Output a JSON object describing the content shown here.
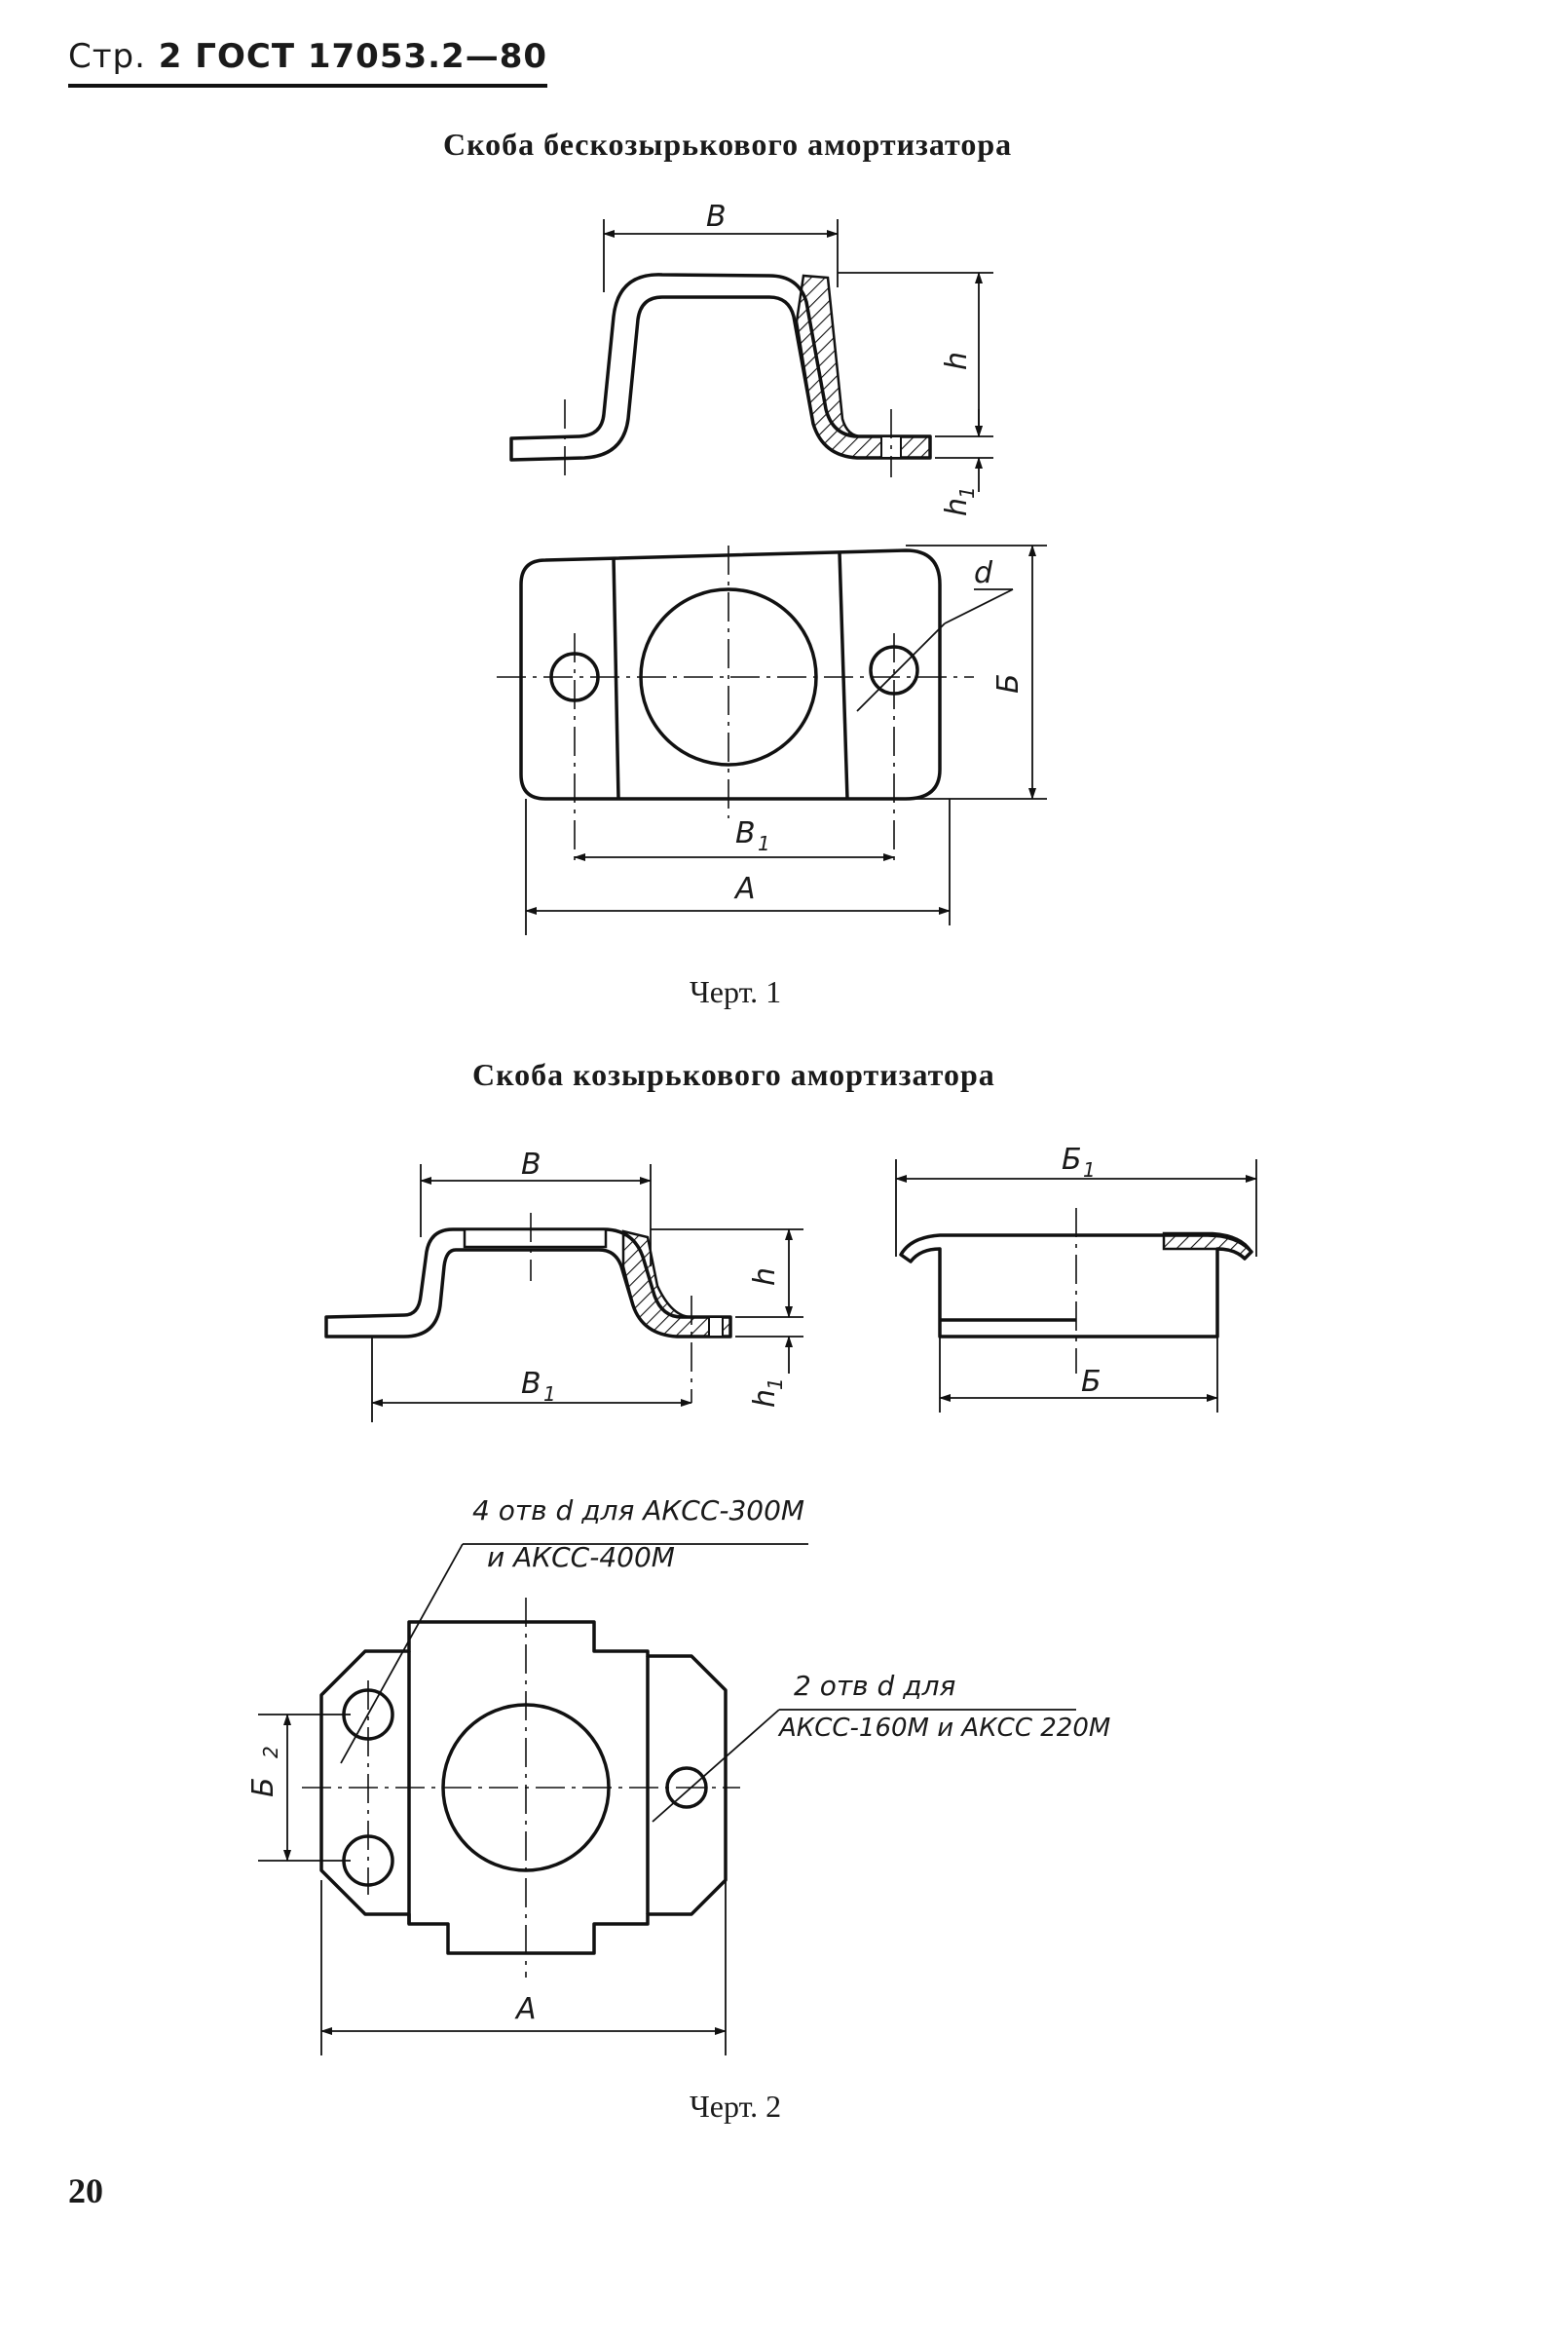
{
  "header": {
    "prefix": "Стр.",
    "page": "2",
    "standard": "ГОСТ 17053.2—80"
  },
  "section1": {
    "title": "Скоба бескозырькового амортизатора",
    "caption": "Черт. 1"
  },
  "section2": {
    "title": "Скоба козырькового амортизатора",
    "caption": "Черт. 2"
  },
  "labels": {
    "B": "В",
    "B1": "В",
    "A": "А",
    "Bb": "Б",
    "Bb1": "Б",
    "Bb2": "Б",
    "h": "h",
    "d": "d",
    "sub1": "1",
    "sub2": "2",
    "note1_line1": "4 отв d для АКСС-300М",
    "note1_line2": "и АКСС-400М",
    "note2_line1": "2 отв d для",
    "note2_line2": "АКСС-160М и АКСС 220М"
  },
  "page_number": "20"
}
